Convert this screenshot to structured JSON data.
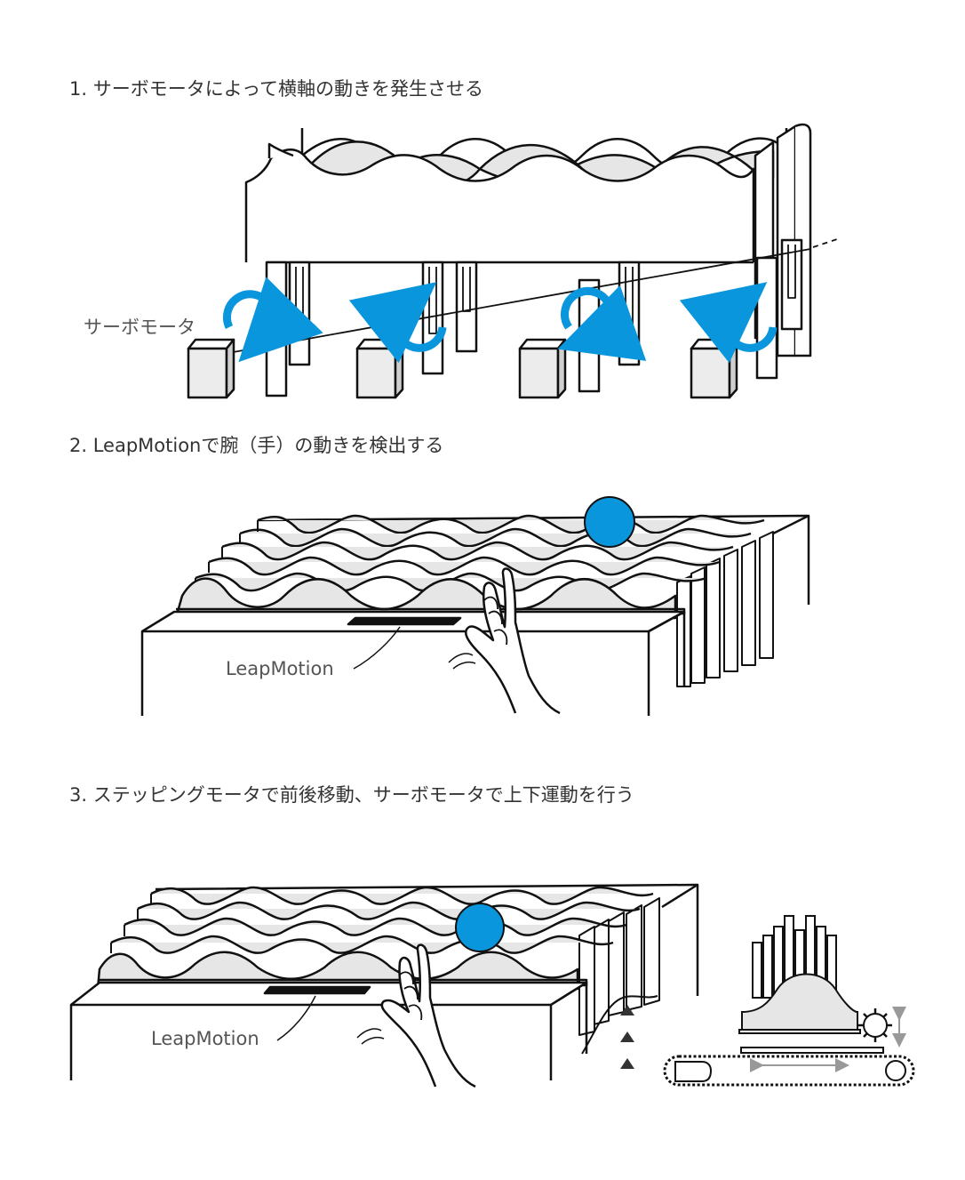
{
  "steps": [
    {
      "heading": "1. サーボモータによって横軸の動きを発生させる"
    },
    {
      "heading": "2. LeapMotionで腕（手）の動きを検出する"
    },
    {
      "heading": "3. ステッピングモータで前後移動、サーボモータで上下運動を行う"
    }
  ],
  "labels": {
    "servo_motor": "サーボモータ",
    "leap_motion_1": "LeapMotion",
    "leap_motion_2": "LeapMotion"
  },
  "colors": {
    "accent_blue": "#0a96dc",
    "line": "#111111",
    "wave_fill": "#e6e6e6",
    "label_text": "#555555",
    "motion_arrow": "#999999"
  },
  "icons": [
    "rotation-arrow-icon",
    "ball-icon",
    "hand-icon",
    "gear-icon",
    "belt-pulley-icon",
    "up-arrow-icon"
  ]
}
